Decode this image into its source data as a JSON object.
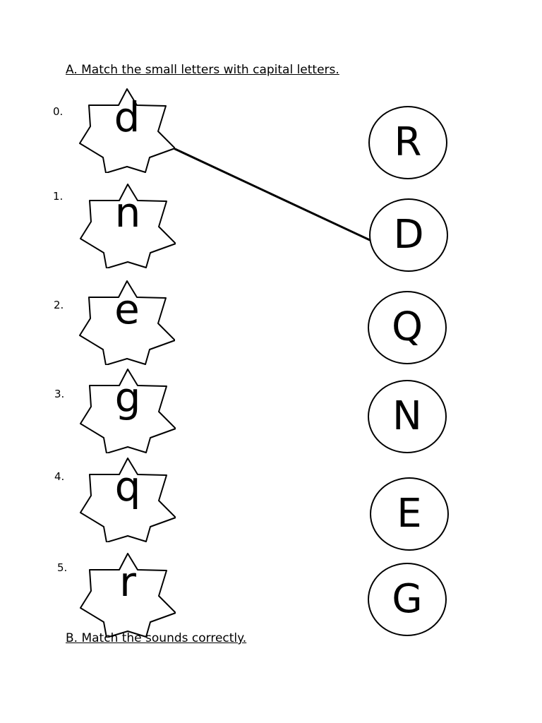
{
  "worksheet": {
    "section_a_title": "A. Match the small letters with capital letters.",
    "section_b_title": "B. Match the sounds correctly.",
    "small_letters": [
      {
        "number": "0.",
        "letter": "d"
      },
      {
        "number": "1.",
        "letter": "n"
      },
      {
        "number": "2.",
        "letter": "e"
      },
      {
        "number": "3.",
        "letter": "g"
      },
      {
        "number": "4.",
        "letter": "q"
      },
      {
        "number": "5.",
        "letter": "r"
      }
    ],
    "capital_letters": [
      "R",
      "D",
      "Q",
      "N",
      "E",
      "G"
    ],
    "example_match": {
      "from": "d",
      "to": "D"
    }
  }
}
